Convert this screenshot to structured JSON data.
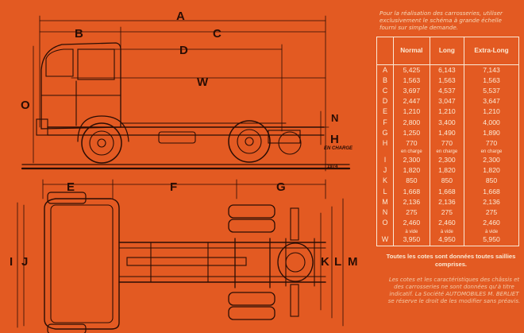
{
  "intro_note": "Pour la réalisation des carrosseries, utiliser exclusivement le schéma à grande échelle fourni sur simple demande.",
  "dimension_labels": {
    "A": "A",
    "B": "B",
    "C": "C",
    "D": "D",
    "W": "W",
    "O": "O",
    "N": "N",
    "H": "H",
    "E": "E",
    "F": "F",
    "G": "G",
    "I": "I",
    "J": "J",
    "K": "K",
    "L": "L",
    "M": "M"
  },
  "en_charge_caption": "EN CHARGE",
  "ground_caption": "1974",
  "spec_table": {
    "headers": [
      "Normal",
      "Long",
      "Extra-Long"
    ],
    "rows": [
      {
        "label": "A",
        "values": [
          "5,425",
          "6,143",
          "7,143"
        ]
      },
      {
        "label": "B",
        "values": [
          "1,563",
          "1,563",
          "1,563"
        ]
      },
      {
        "label": "C",
        "values": [
          "3,697",
          "4,537",
          "5,537"
        ]
      },
      {
        "label": "D",
        "values": [
          "2,447",
          "3,047",
          "3,647"
        ]
      },
      {
        "label": "E",
        "values": [
          "1,210",
          "1,210",
          "1,210"
        ]
      },
      {
        "label": "F",
        "values": [
          "2,800",
          "3,400",
          "4,000"
        ]
      },
      {
        "label": "G",
        "values": [
          "1,250",
          "1,490",
          "1,890"
        ]
      },
      {
        "label": "H",
        "values": [
          "770",
          "770",
          "770"
        ]
      },
      {
        "label": "",
        "values": [
          "en charge",
          "en charge",
          "en charge"
        ],
        "sub": true
      },
      {
        "label": "I",
        "values": [
          "2,300",
          "2,300",
          "2,300"
        ]
      },
      {
        "label": "J",
        "values": [
          "1,820",
          "1,820",
          "1,820"
        ]
      },
      {
        "label": "K",
        "values": [
          "850",
          "850",
          "850"
        ]
      },
      {
        "label": "L",
        "values": [
          "1,668",
          "1,668",
          "1,668"
        ]
      },
      {
        "label": "M",
        "values": [
          "2,136",
          "2,136",
          "2,136"
        ]
      },
      {
        "label": "N",
        "values": [
          "275",
          "275",
          "275"
        ]
      },
      {
        "label": "O",
        "values": [
          "2,460",
          "2,460",
          "2,460"
        ]
      },
      {
        "label": "",
        "values": [
          "à vide",
          "à vide",
          "à vide"
        ],
        "sub": true
      },
      {
        "label": "W",
        "values": [
          "3,950",
          "4,950",
          "5,950"
        ]
      }
    ]
  },
  "bold_note": "Toutes les cotes sont données toutes saillies comprises.",
  "small_note": "Les cotes et les caractéristiques des châssis et des carrosseries ne sont données qu'à titre indicatif. La Société AUTOMOBILES M. BERLIET se réserve le droit de les modifier sans préavis.",
  "colors": {
    "background": "#e35a22",
    "ink": "#2a0d04",
    "table_text": "#fbead4"
  }
}
